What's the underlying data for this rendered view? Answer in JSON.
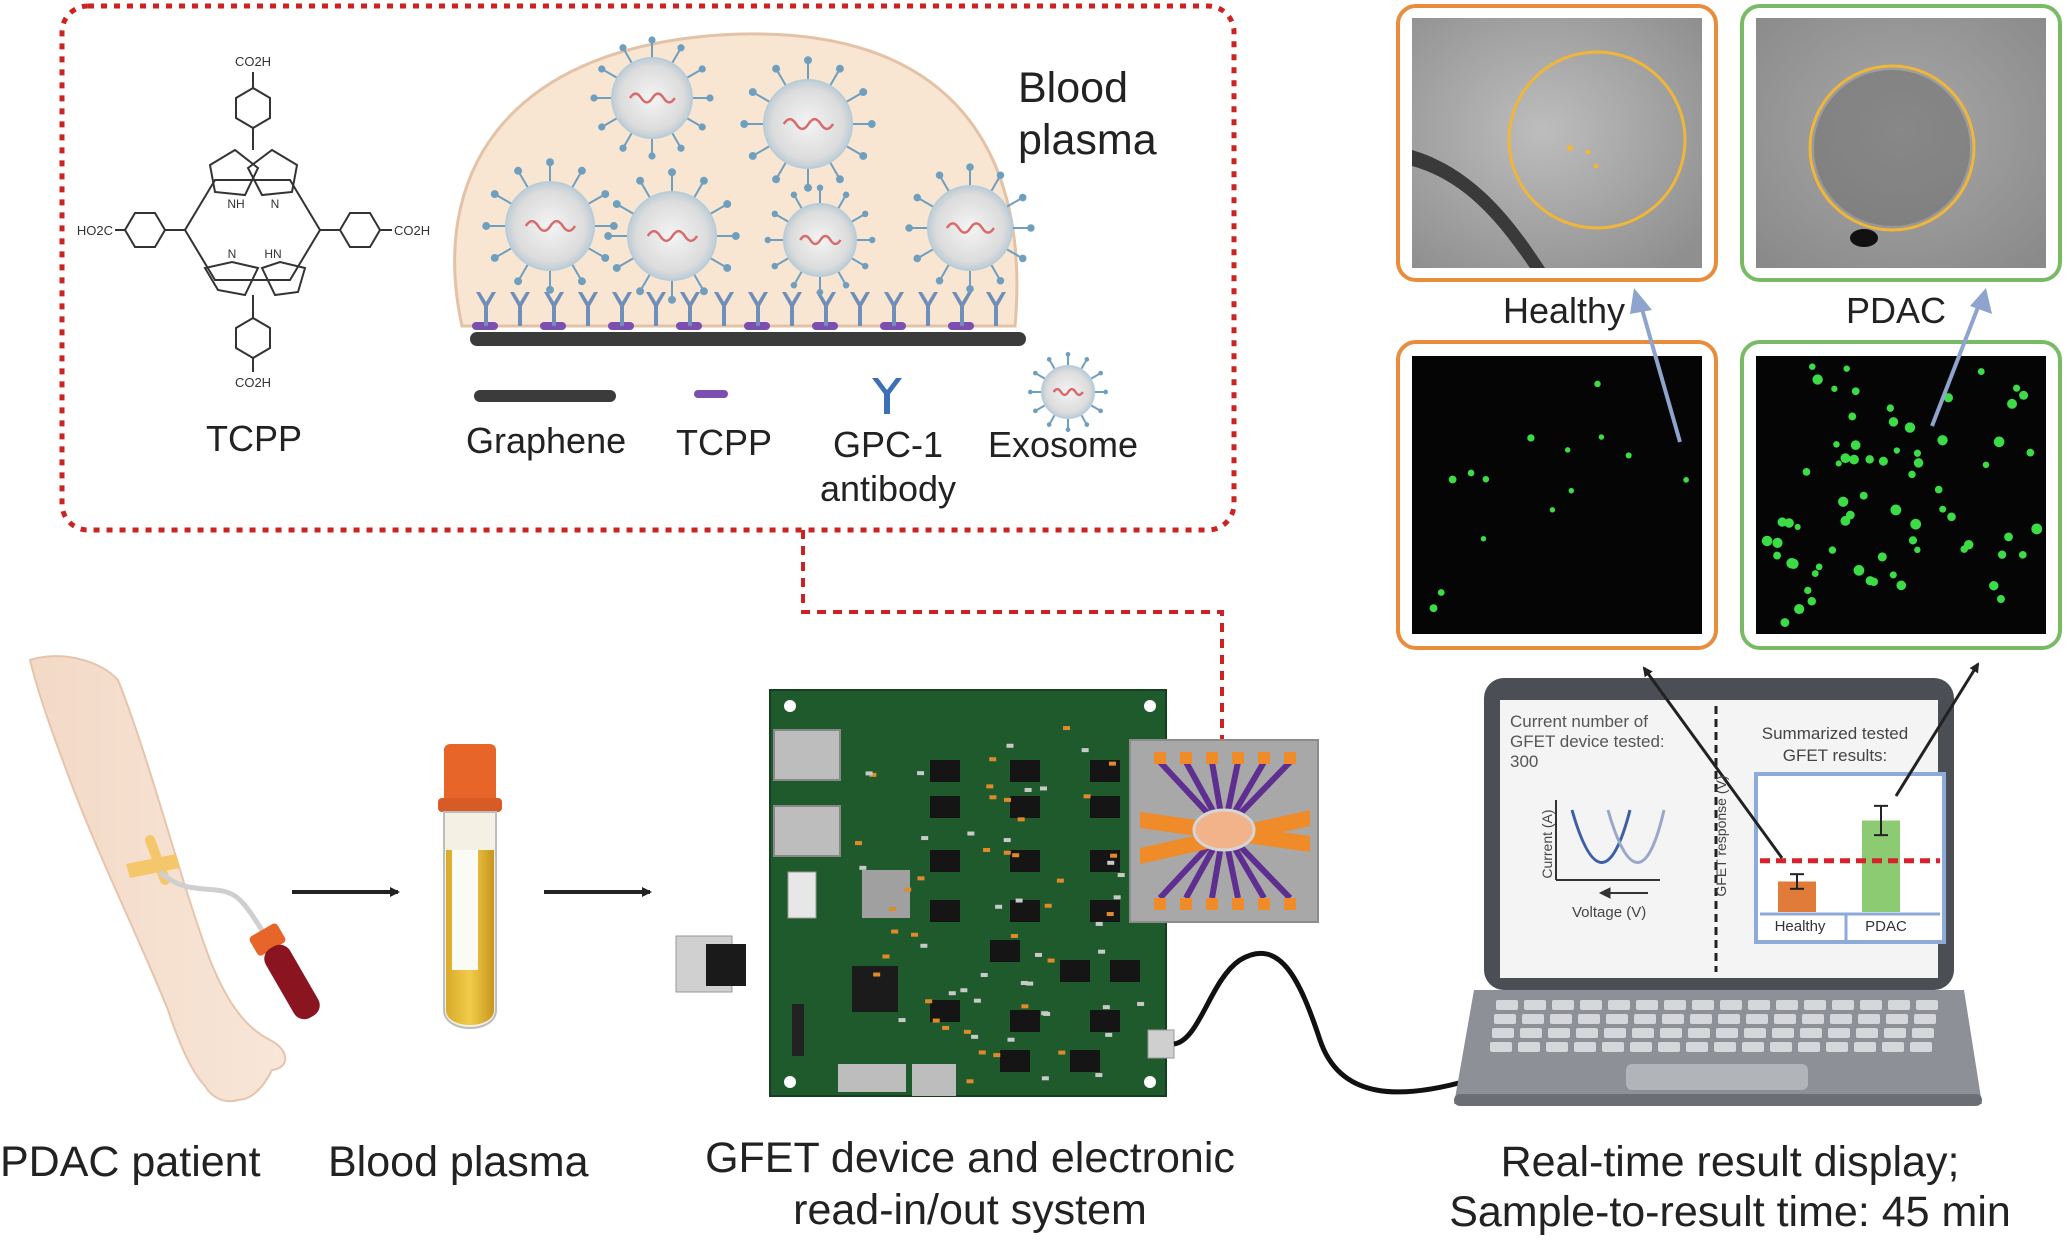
{
  "inset": {
    "molecule_label": "TCPP",
    "molecule_groups": {
      "top": "CO2H",
      "left": "HO2C",
      "right": "CO2H",
      "bottom": "CO2H",
      "nh_top": "NH",
      "n_top": "N",
      "n_bottom": "N",
      "hn_bottom": "HN"
    },
    "plasma_label_line1": "Blood",
    "plasma_label_line2": "plasma",
    "legend": {
      "graphene": "Graphene",
      "tcpp": "TCPP",
      "antibody_line1": "GPC-1",
      "antibody_line2": "antibody",
      "exosome": "Exosome"
    }
  },
  "micrographs": {
    "healthy_label": "Healthy",
    "pdac_label": "PDAC"
  },
  "laptop_screen": {
    "left_line1": "Current number of",
    "left_line2": "GFET device tested:",
    "left_line3": "300",
    "iv_ylabel": "Current (A)",
    "iv_xlabel": "Voltage (V)",
    "response_axis": "GFET response (V)",
    "right_title_line1": "Summarized tested",
    "right_title_line2": "GFET results:",
    "bar_healthy": "Healthy",
    "bar_pdac": "PDAC"
  },
  "bottom_labels": {
    "patient": "PDAC patient",
    "plasma": "Blood plasma",
    "device_line1": "GFET device and electronic",
    "device_line2": "read-in/out system",
    "display_line1": "Real-time result display;",
    "display_line2": "Sample-to-result time: 45 min"
  },
  "colors": {
    "dashed_red": "#cc2222",
    "healthy_frame": "#e98c3c",
    "pdac_frame": "#78bb64",
    "plasma_fill": "#f8e5d2",
    "pcb_green": "#1f5a2c",
    "bar_healthy": "#e07b39",
    "bar_pdac": "#8ccb72",
    "antibody_blue": "#3d6fb8",
    "tcpp_purple": "#7b4fb0"
  },
  "chart_data": {
    "type": "bar",
    "categories": [
      "Healthy",
      "PDAC"
    ],
    "values": [
      0.25,
      0.75
    ],
    "threshold": 0.42,
    "ylabel": "GFET response (V)"
  }
}
